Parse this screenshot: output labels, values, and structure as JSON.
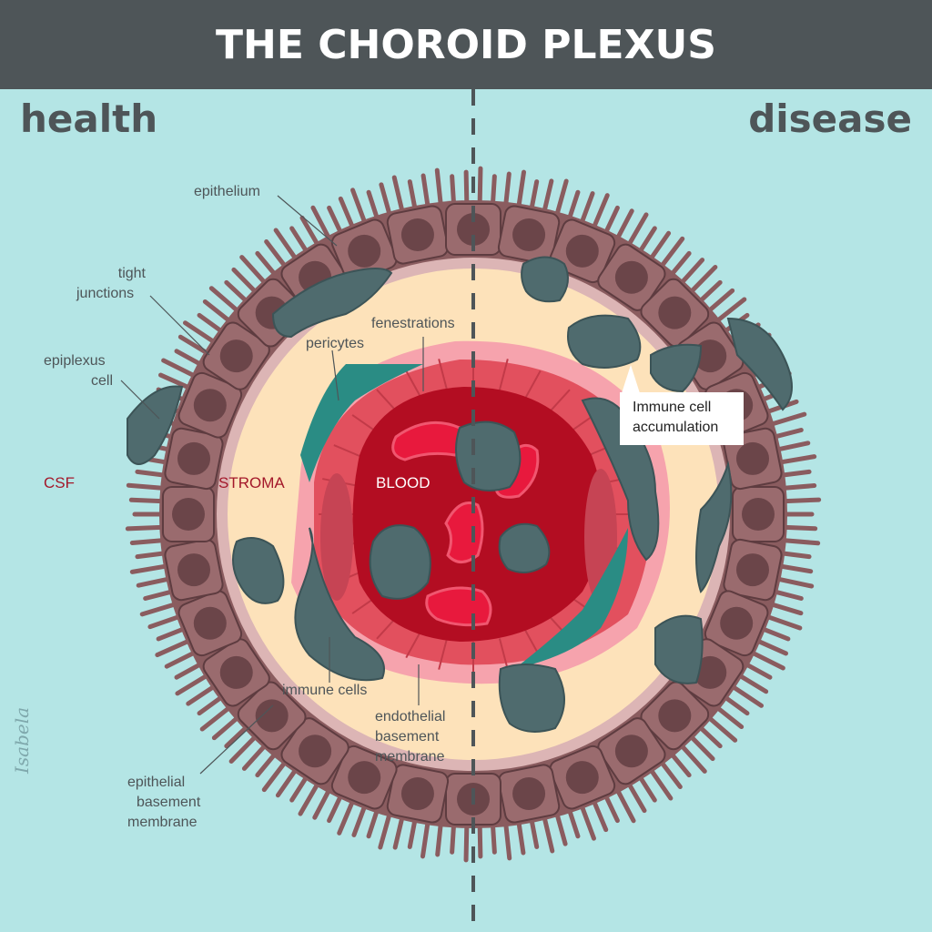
{
  "title": "THE CHOROID PLEXUS",
  "panels": {
    "left": "health",
    "right": "disease"
  },
  "regions": {
    "csf": "CSF",
    "stroma": "STROMA",
    "blood": "BLOOD"
  },
  "labels": {
    "epithelium": "epithelium",
    "tight_junctions_1": "tight",
    "tight_junctions_2": "junctions",
    "epiplexus_1": "epiplexus",
    "epiplexus_2": "cell",
    "fenestrations": "fenestrations",
    "pericytes": "pericytes",
    "immune_cells": "immune cells",
    "endothelial_1": "endothelial",
    "endothelial_2": "basement",
    "endothelial_3": "membrane",
    "epithelial_1": "epithelial",
    "epithelial_2": "basement",
    "epithelial_3": "membrane"
  },
  "callout": {
    "line1": "Immune cell",
    "line2": "accumulation"
  },
  "signature": "Isabela",
  "colors": {
    "background": "#b4e5e5",
    "header": "#4e5558",
    "epithelial_cell": "#8a5c5f",
    "nucleus": "#6b4549",
    "stroma": "#fde2ba",
    "basement": "#dcb5b5",
    "endothelium": "#e2505e",
    "blood": "#b30d22",
    "red_cell": "#e8193d",
    "immune": "#4f6b6e",
    "pericyte": "#2a8c84"
  }
}
